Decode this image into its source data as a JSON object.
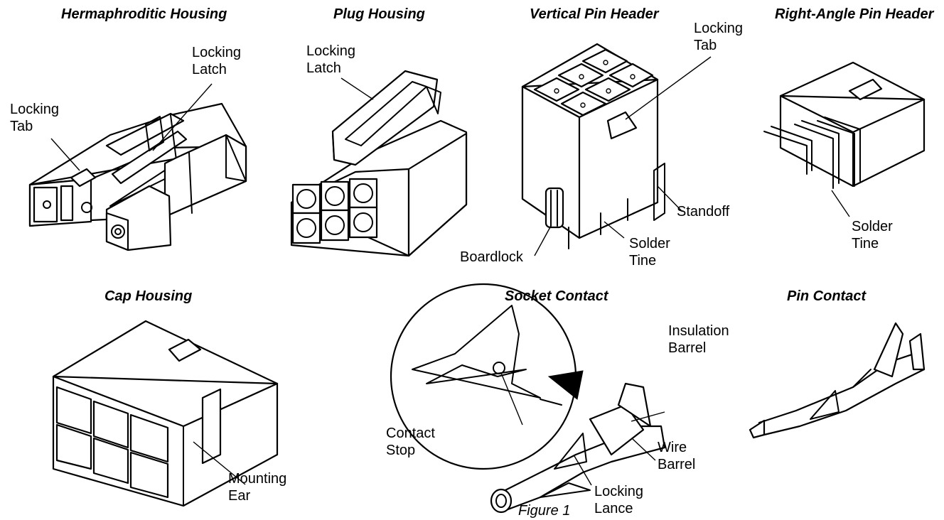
{
  "figure": {
    "caption": "Figure 1",
    "parts": {
      "hermaphroditic": {
        "title": "Hermaphroditic Housing",
        "callouts": {
          "locking_latch": "Locking\nLatch",
          "locking_tab": "Locking\nTab"
        }
      },
      "plug": {
        "title": "Plug Housing",
        "callouts": {
          "locking_latch": "Locking\nLatch"
        }
      },
      "vertical": {
        "title": "Vertical Pin Header",
        "callouts": {
          "locking_tab": "Locking\nTab",
          "boardlock": "Boardlock",
          "solder_tine": "Solder\nTine",
          "standoff": "Standoff"
        }
      },
      "right_angle": {
        "title": "Right-Angle Pin Header",
        "callouts": {
          "solder_tine": "Solder\nTine"
        }
      },
      "cap": {
        "title": "Cap Housing",
        "callouts": {
          "mounting_ear": "Mounting\nEar"
        }
      },
      "socket": {
        "title": "Socket Contact",
        "callouts": {
          "insulation_barrel": "Insulation\nBarrel",
          "contact_stop": "Contact\nStop",
          "wire_barrel": "Wire\nBarrel",
          "locking_lance": "Locking\nLance"
        }
      },
      "pin": {
        "title": "Pin Contact"
      }
    }
  }
}
